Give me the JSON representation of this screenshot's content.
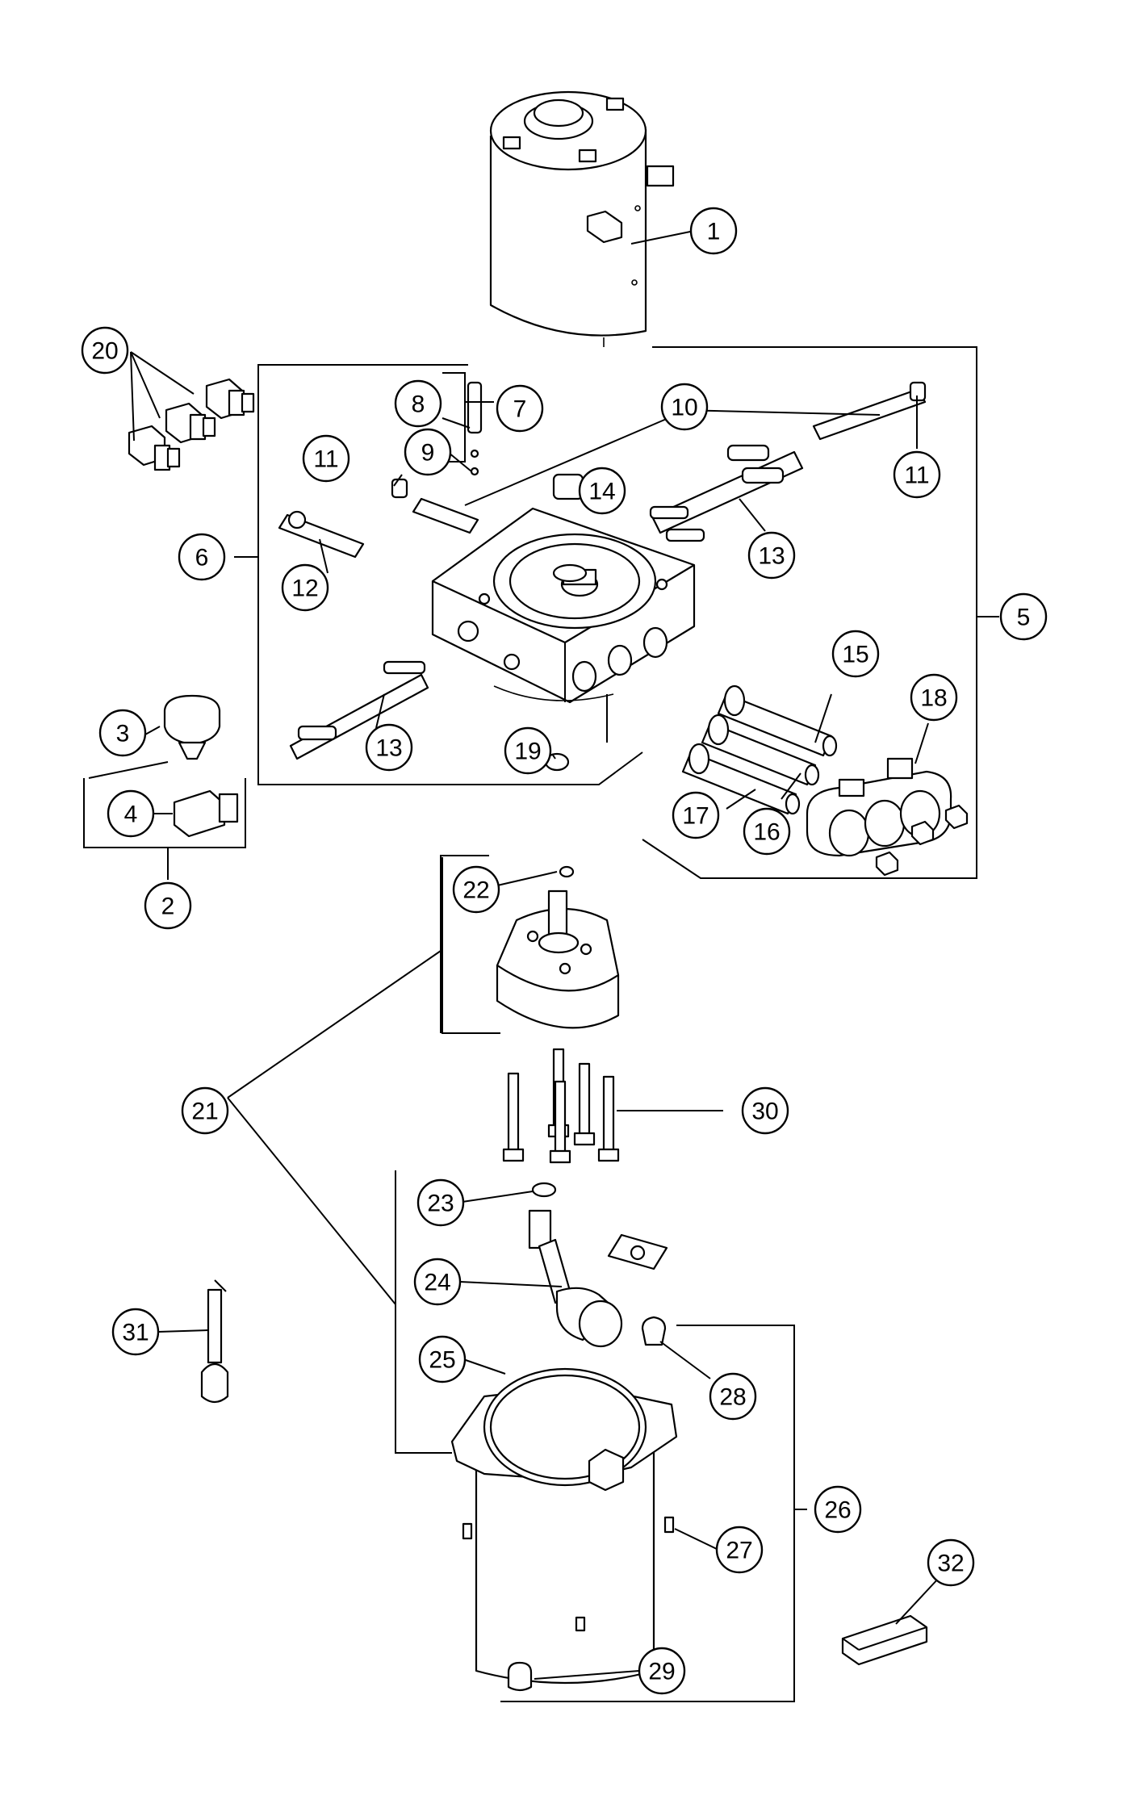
{
  "callouts": [
    {
      "label": "1"
    },
    {
      "label": "2"
    },
    {
      "label": "3"
    },
    {
      "label": "4"
    },
    {
      "label": "5"
    },
    {
      "label": "6"
    },
    {
      "label": "7"
    },
    {
      "label": "8"
    },
    {
      "label": "9"
    },
    {
      "label": "10"
    },
    {
      "label": "11"
    },
    {
      "label": "11"
    },
    {
      "label": "12"
    },
    {
      "label": "13"
    },
    {
      "label": "13"
    },
    {
      "label": "14"
    },
    {
      "label": "15"
    },
    {
      "label": "16"
    },
    {
      "label": "17"
    },
    {
      "label": "18"
    },
    {
      "label": "19"
    },
    {
      "label": "20"
    },
    {
      "label": "21"
    },
    {
      "label": "22"
    },
    {
      "label": "23"
    },
    {
      "label": "24"
    },
    {
      "label": "25"
    },
    {
      "label": "26"
    },
    {
      "label": "27"
    },
    {
      "label": "28"
    },
    {
      "label": "29"
    },
    {
      "label": "30"
    },
    {
      "label": "31"
    },
    {
      "label": "32"
    }
  ]
}
